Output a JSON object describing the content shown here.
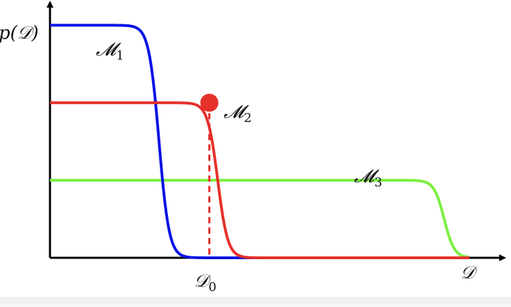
{
  "chart_data": {
    "type": "line",
    "title": "",
    "xlabel": "𝒟",
    "ylabel": "p(𝒟)",
    "xlim": [
      0,
      10
    ],
    "ylim": [
      0,
      3.2
    ],
    "grid": false,
    "legend": "none",
    "series": [
      {
        "name": "𝓜₁",
        "label_main": "𝓜",
        "label_sub": "1",
        "color": "#0a12e6",
        "height": 3,
        "drop": 2.6
      },
      {
        "name": "𝓜₂",
        "label_main": "𝓜",
        "label_sub": "2",
        "color": "#e6302a",
        "height": 2,
        "drop": 4.0
      },
      {
        "name": "𝓜₃",
        "label_main": "𝓜",
        "label_sub": "3",
        "color": "#7cf040",
        "height": 1,
        "drop": 9.4
      }
    ],
    "annotations": {
      "marker": {
        "series": "𝓜₂",
        "x": 3.8,
        "y": 2,
        "color": "#e6302a"
      },
      "x0_label_main": "𝒟",
      "x0_label_sub": "0",
      "x0_value": 3.8
    }
  }
}
